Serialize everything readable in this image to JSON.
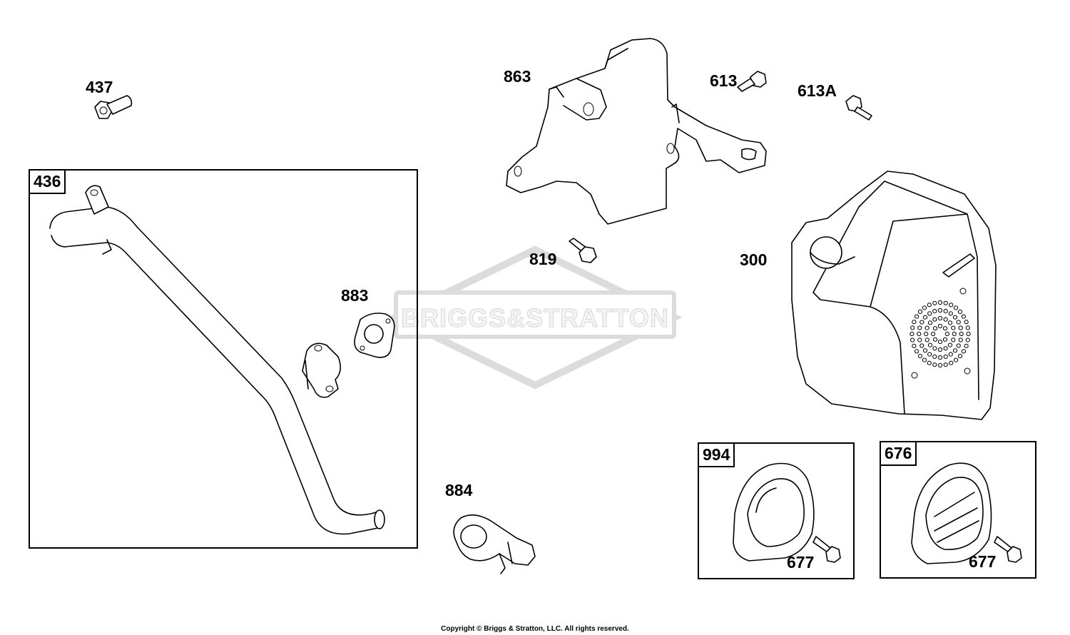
{
  "watermark": {
    "text": "BRIGGS&STRATTON"
  },
  "copyright": "Copyright © Briggs & Stratton, LLC. All rights reserved.",
  "part_labels": {
    "p437": "437",
    "p863": "863",
    "p613": "613",
    "p613a": "613A",
    "p819": "819",
    "p300": "300",
    "p883": "883",
    "p884": "884",
    "p677a": "677",
    "p677b": "677"
  },
  "boxes": {
    "b436": "436",
    "b994": "994",
    "b676": "676"
  },
  "colors": {
    "line": "#000000",
    "watermark": "#d6d6d6",
    "background": "#ffffff"
  }
}
